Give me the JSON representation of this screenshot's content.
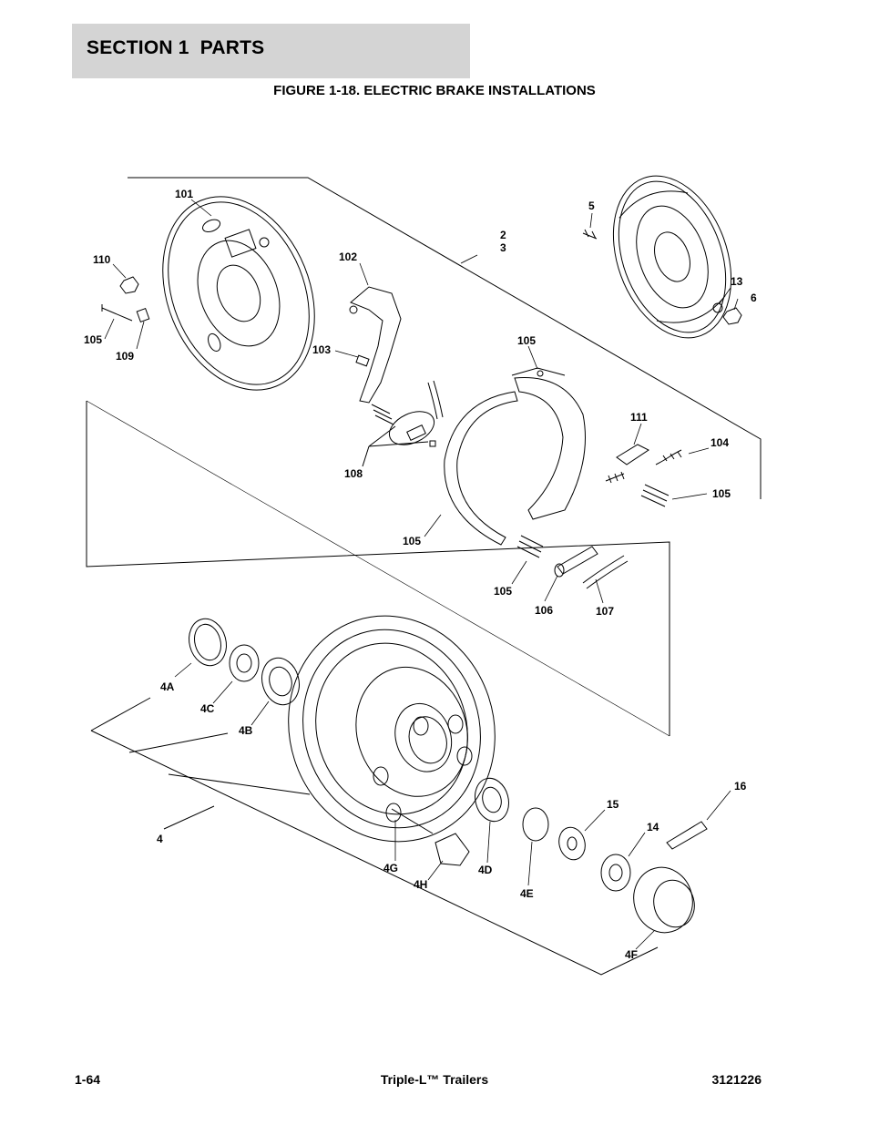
{
  "header": {
    "section_title": "SECTION 1  PARTS"
  },
  "figure": {
    "title": "FIGURE 1-18. ELECTRIC BRAKE INSTALLATIONS"
  },
  "callouts": {
    "c101": "101",
    "c2": "2",
    "c3": "3",
    "c5": "5",
    "c110": "110",
    "c102": "102",
    "c13": "13",
    "c6": "6",
    "c105a": "105",
    "c109": "109",
    "c103": "103",
    "c105b": "105",
    "c111": "111",
    "c104": "104",
    "c108": "108",
    "c105c": "105",
    "c105d": "105",
    "c105e": "105",
    "c106": "106",
    "c107": "107",
    "c4A": "4A",
    "c4C": "4C",
    "c4B": "4B",
    "c16": "16",
    "c15": "15",
    "c4": "4",
    "c14": "14",
    "c4G": "4G",
    "c4H": "4H",
    "c4D": "4D",
    "c4E": "4E",
    "c4F": "4F"
  },
  "footer": {
    "page": "1-64",
    "product": "Triple-L™ Trailers",
    "doc_number": "3121226"
  }
}
